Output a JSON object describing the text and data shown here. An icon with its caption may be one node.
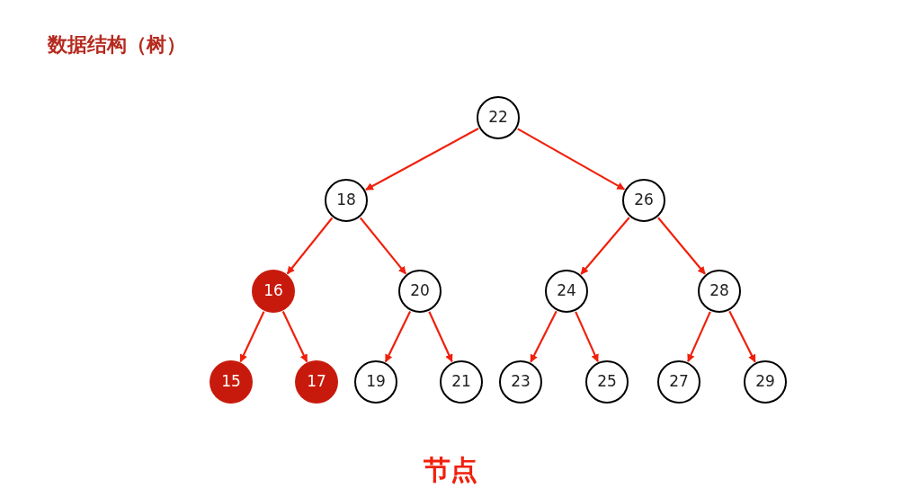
{
  "diagram": {
    "title": "数据结构（树）",
    "caption": "节点",
    "nodes": [
      {
        "text": [
          "22"
        ]
      },
      {
        "text": [
          "18"
        ]
      },
      {
        "text": [
          "26"
        ]
      },
      {
        "text": [
          "16"
        ]
      },
      {
        "text": [
          "20"
        ]
      },
      {
        "text": [
          "24"
        ]
      },
      {
        "text": [
          "28"
        ]
      },
      {
        "text": [
          "15"
        ]
      },
      {
        "text": [
          "17"
        ]
      },
      {
        "text": [
          "19"
        ]
      },
      {
        "text": [
          "21"
        ]
      },
      {
        "text": [
          "23"
        ]
      },
      {
        "text": [
          "25"
        ]
      },
      {
        "text": [
          "27"
        ]
      },
      {
        "text": [
          "29"
        ]
      }
    ],
    "edges": [
      {
        "from": 0,
        "to": 1,
        "arrow": "to"
      },
      {
        "from": 0,
        "to": 2,
        "arrow": "to"
      },
      {
        "from": 1,
        "to": 3,
        "arrow": "to"
      },
      {
        "from": 1,
        "to": 4,
        "arrow": "to"
      },
      {
        "from": 2,
        "to": 5,
        "arrow": "to"
      },
      {
        "from": 2,
        "to": 6,
        "arrow": "to"
      },
      {
        "from": 3,
        "to": 7,
        "arrow": "to"
      },
      {
        "from": 3,
        "to": 8,
        "arrow": "to"
      },
      {
        "from": 4,
        "to": 9,
        "arrow": "to"
      },
      {
        "from": 4,
        "to": 10,
        "arrow": "to"
      },
      {
        "from": 5,
        "to": 11,
        "arrow": "to"
      },
      {
        "from": 5,
        "to": 12,
        "arrow": "to"
      },
      {
        "from": 6,
        "to": 13,
        "arrow": "to"
      },
      {
        "from": 6,
        "to": 14,
        "arrow": "to"
      }
    ]
  }
}
